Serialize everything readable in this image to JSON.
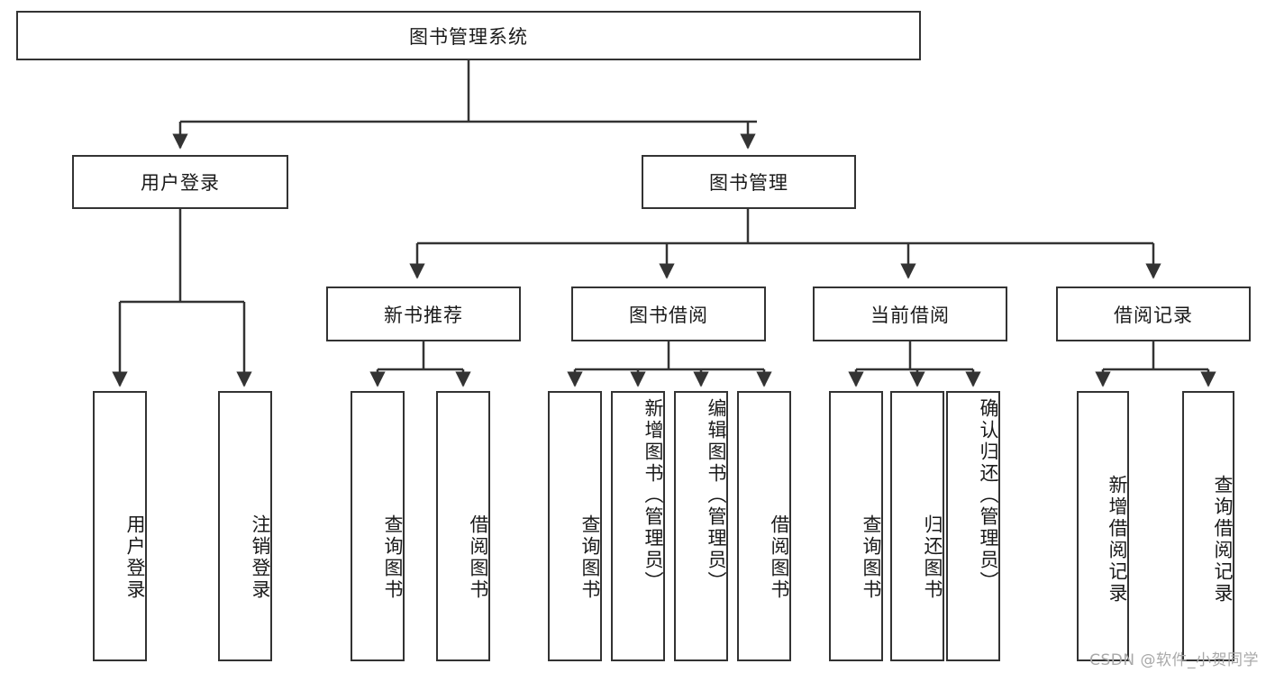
{
  "diagram": {
    "title": "图书管理系统",
    "type": "tree-hierarchy-diagram",
    "colors": {
      "stroke": "#333333",
      "fill": "#ffffff",
      "text": "#1a1a1a",
      "watermark": "#a9a9a9"
    },
    "levels": {
      "root": {
        "label": "图书管理系统"
      },
      "level2": [
        {
          "label": "用户登录"
        },
        {
          "label": "图书管理"
        }
      ],
      "level3": [
        {
          "label": "新书推荐"
        },
        {
          "label": "图书借阅"
        },
        {
          "label": "当前借阅"
        },
        {
          "label": "借阅记录"
        }
      ],
      "leaves": {
        "user_login": [
          {
            "label": "用户登录"
          },
          {
            "label": "注销登录"
          }
        ],
        "new_book_recommend": [
          {
            "label": "查询图书"
          },
          {
            "label": "借阅图书"
          }
        ],
        "book_borrow": [
          {
            "label": "查询图书"
          },
          {
            "label": "新增图书（管理员）"
          },
          {
            "label": "编辑图书（管理员）"
          },
          {
            "label": "借阅图书"
          }
        ],
        "current_borrow": [
          {
            "label": "查询图书"
          },
          {
            "label": "归还图书"
          },
          {
            "label": "确认归还（管理员）"
          }
        ],
        "borrow_record": [
          {
            "label": "新增借阅记录"
          },
          {
            "label": "查询借阅记录"
          }
        ]
      }
    }
  },
  "watermark": {
    "text": "CSDN @软件_小贺同学"
  }
}
